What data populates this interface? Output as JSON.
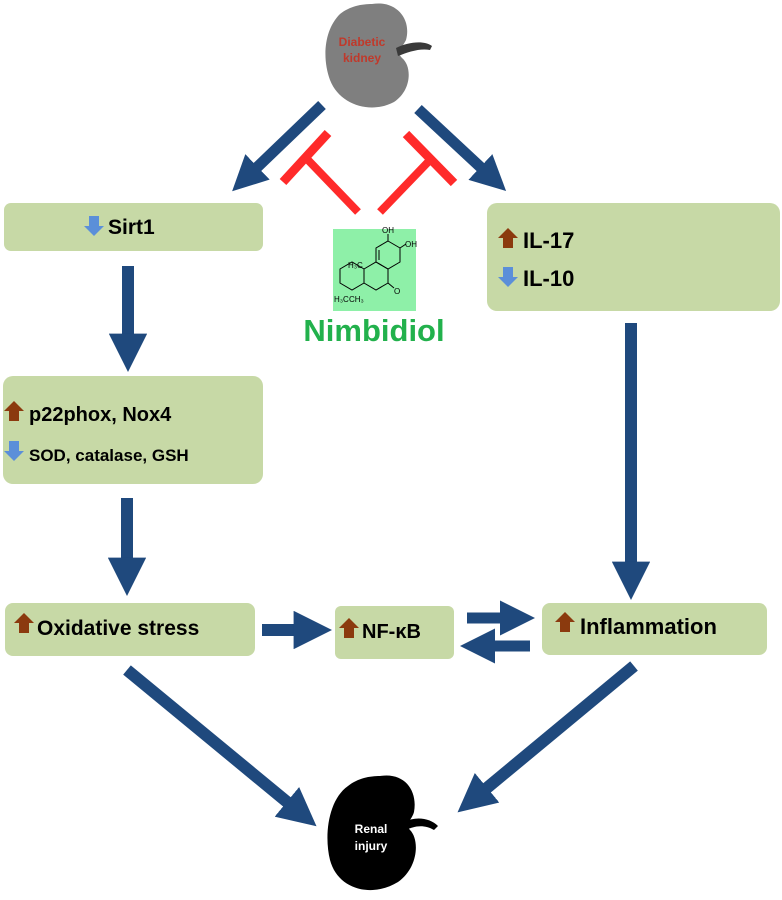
{
  "colors": {
    "box_fill": "#c7d9a6",
    "arrow": "#1f497d",
    "inhibit": "#ff2a2a",
    "up_arrow": "#8b3a0e",
    "down_arrow": "#5b8fd9",
    "drug_label": "#22b14c",
    "structure_bg": "#8ef0a8",
    "diabetic_kidney_fill": "#7f7f7f",
    "diabetic_kidney_text": "#c0392b",
    "renal_injury_fill": "#000000",
    "renal_injury_text": "#ffffff"
  },
  "top_kidney": {
    "line1": "Diabetic",
    "line2": "kidney"
  },
  "bottom_kidney": {
    "line1": "Renal",
    "line2": "injury"
  },
  "drug": {
    "name": "Nimbidiol",
    "structure_labels": {
      "oh1": "OH",
      "oh2": "OH",
      "me1": "H₃C",
      "me2": "H₃C",
      "me3": "CH₃",
      "oxo": "O"
    }
  },
  "boxes": {
    "sirt1": {
      "items": [
        {
          "direction": "down",
          "text": "Sirt1"
        }
      ]
    },
    "cytokines": {
      "items": [
        {
          "direction": "up",
          "text": "IL-17"
        },
        {
          "direction": "down",
          "text": "IL-10"
        }
      ]
    },
    "oxidant_markers": {
      "items": [
        {
          "direction": "up",
          "text": "p22phox, Nox4"
        },
        {
          "direction": "down",
          "text": "SOD, catalase, GSH"
        }
      ]
    },
    "oxidative_stress": {
      "items": [
        {
          "direction": "up",
          "text": "Oxidative stress"
        }
      ]
    },
    "nfkb": {
      "items": [
        {
          "direction": "up",
          "text": "NF-κB"
        }
      ]
    },
    "inflammation": {
      "items": [
        {
          "direction": "up",
          "text": "Inflammation"
        }
      ]
    }
  }
}
